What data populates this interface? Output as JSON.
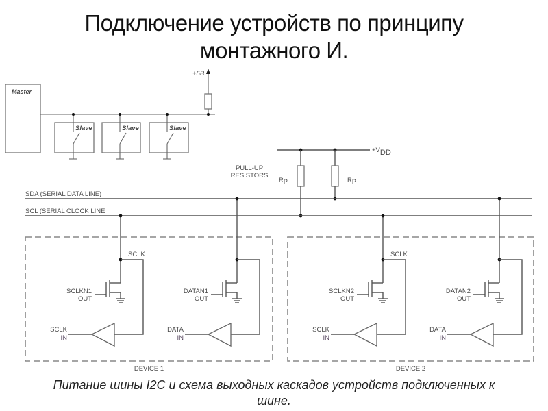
{
  "title": {
    "line1": "Подключение устройств по принципу",
    "line2": "монтажного И."
  },
  "caption": {
    "line1": "Питание шины I2C и схема выходных каскадов устройств подключенных к",
    "line2": "шине."
  },
  "top_diagram": {
    "master_label": "Master",
    "slave_label": "Slave",
    "slave_count": 3,
    "supply_label": "+5В"
  },
  "bus_diagram": {
    "supply_label": "+V",
    "supply_subscript": "DD",
    "pullup_label_line1": "PULL-UP",
    "pullup_label_line2": "RESISTORS",
    "resistor_label": "R",
    "resistor_subscript": "P",
    "sda_label": "SDA (SERIAL DATA LINE)",
    "scl_label": "SCL (SERIAL CLOCK LINE",
    "devices": [
      {
        "name": "DEVICE 1",
        "sclk_label": "SCLK",
        "clk_out_line1": "SCLKN1",
        "clk_out_line2": "OUT",
        "clk_in_line1": "SCLK",
        "clk_in_line2": "IN",
        "data_out_line1": "DATAN1",
        "data_out_line2": "OUT",
        "data_in_line1": "DATA",
        "data_in_line2": "IN"
      },
      {
        "name": "DEVICE 2",
        "sclk_label": "SCLK",
        "clk_out_line1": "SCLKN2",
        "clk_out_line2": "OUT",
        "clk_in_line1": "SCLK",
        "clk_in_line2": "IN",
        "data_out_line1": "DATAN2",
        "data_out_line2": "OUT",
        "data_in_line1": "DATA",
        "data_in_line2": "IN"
      }
    ]
  }
}
